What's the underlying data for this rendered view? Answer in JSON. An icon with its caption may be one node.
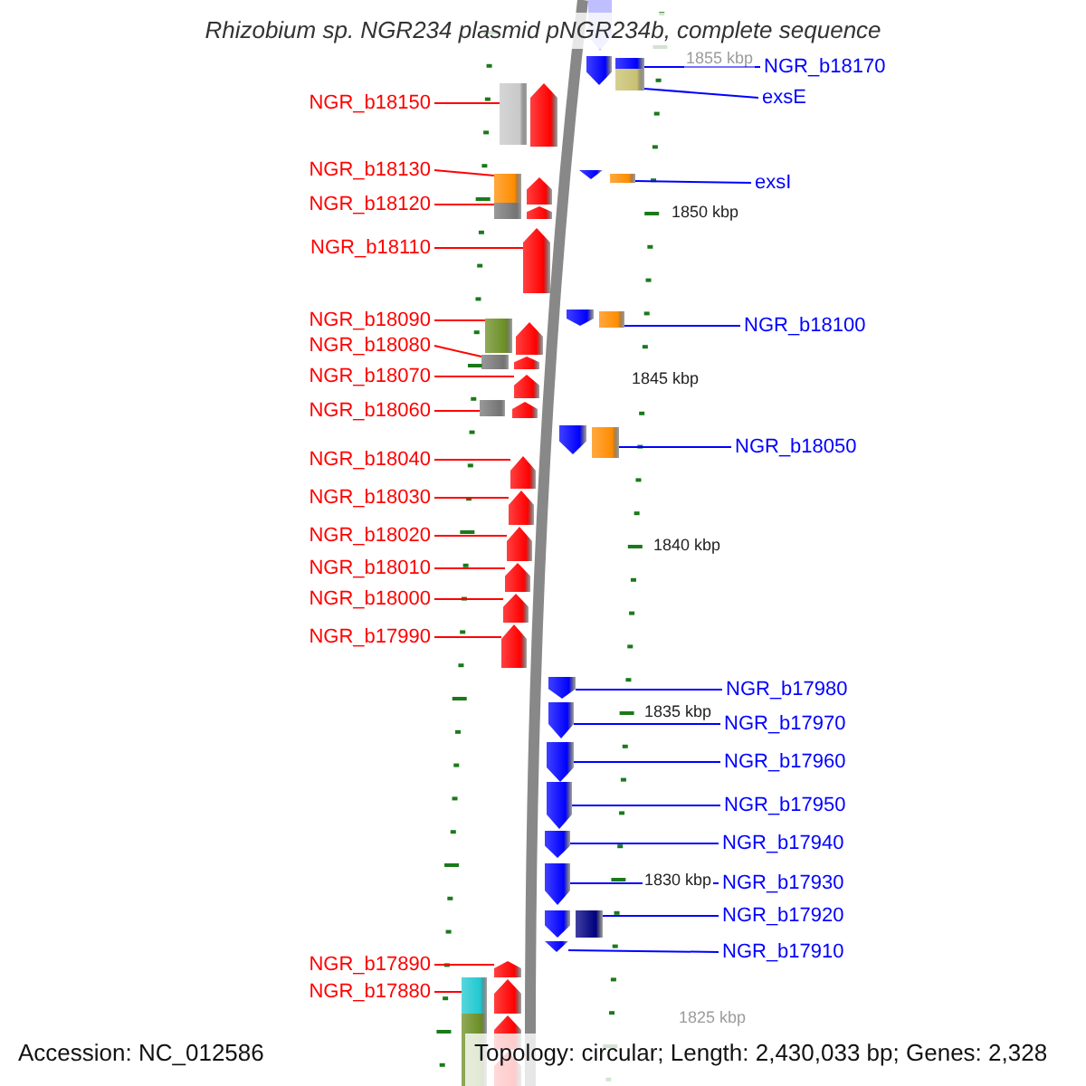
{
  "diagram": {
    "title": "Rhizobium sp. NGR234 plasmid pNGR234b, complete sequence",
    "nodes": [
      {
        "text": [
          "NGR_b18150"
        ]
      },
      {
        "text": [
          "NGR_b18130"
        ]
      },
      {
        "text": [
          "NGR_b18120"
        ]
      },
      {
        "text": [
          "NGR_b18110"
        ]
      },
      {
        "text": [
          "NGR_b18090"
        ]
      },
      {
        "text": [
          "NGR_b18080"
        ]
      },
      {
        "text": [
          "NGR_b18070"
        ]
      },
      {
        "text": [
          "NGR_b18060"
        ]
      },
      {
        "text": [
          "NGR_b18040"
        ]
      },
      {
        "text": [
          "NGR_b18030"
        ]
      },
      {
        "text": [
          "NGR_b18020"
        ]
      },
      {
        "text": [
          "NGR_b18010"
        ]
      },
      {
        "text": [
          "NGR_b18000"
        ]
      },
      {
        "text": [
          "NGR_b17990"
        ]
      },
      {
        "text": [
          "NGR_b17890"
        ]
      },
      {
        "text": [
          "NGR_b17880"
        ]
      },
      {
        "text": [
          "NGR_b18170"
        ]
      },
      {
        "text": [
          "exsE"
        ]
      },
      {
        "text": [
          "exsI"
        ]
      },
      {
        "text": [
          "NGR_b18100"
        ]
      },
      {
        "text": [
          "NGR_b18050"
        ]
      },
      {
        "text": [
          "NGR_b17980"
        ]
      },
      {
        "text": [
          "NGR_b17970"
        ]
      },
      {
        "text": [
          "NGR_b17960"
        ]
      },
      {
        "text": [
          "NGR_b17950"
        ]
      },
      {
        "text": [
          "NGR_b17940"
        ]
      },
      {
        "text": [
          "NGR_b17930"
        ]
      },
      {
        "text": [
          "NGR_b17920"
        ]
      },
      {
        "text": [
          "NGR_b17910"
        ]
      },
      {
        "text": [],
        "shape": "arrow"
      },
      {
        "text": [],
        "shape": "arrow"
      },
      {
        "text": [],
        "shape": "arrow"
      },
      {
        "text": [],
        "shape": "arrow"
      },
      {
        "text": [],
        "shape": "arrow"
      },
      {
        "text": [],
        "shape": "arrow"
      },
      {
        "text": [],
        "shape": "arrow"
      },
      {
        "text": [],
        "shape": "arrow"
      },
      {
        "text": [],
        "shape": "arrow"
      },
      {
        "text": [],
        "shape": "arrow"
      },
      {
        "text": [],
        "shape": "arrow"
      },
      {
        "text": [],
        "shape": "arrow"
      },
      {
        "text": [],
        "shape": "arrow"
      },
      {
        "text": [],
        "shape": "arrow"
      },
      {
        "text": [],
        "shape": "arrow"
      },
      {
        "text": [],
        "shape": "arrow"
      },
      {
        "text": [],
        "shape": "arrow"
      },
      {
        "text": [],
        "shape": "arrow"
      },
      {
        "text": [],
        "shape": "arrow"
      },
      {
        "text": [],
        "shape": "arrow"
      },
      {
        "text": [],
        "shape": "arrow"
      },
      {
        "text": [],
        "shape": "arrow"
      },
      {
        "text": [],
        "shape": "arrow"
      },
      {
        "text": [],
        "shape": "arrow"
      },
      {
        "text": [],
        "shape": "arrow"
      },
      {
        "text": [],
        "shape": "arrow"
      },
      {
        "text": [],
        "shape": "arrow"
      },
      {
        "text": [],
        "shape": "arrow"
      },
      {
        "text": [],
        "shape": "arrow"
      }
    ],
    "edges": [
      {
        "from": 0,
        "to": 29,
        "arrow": "none"
      },
      {
        "from": 1,
        "to": 30,
        "arrow": "none"
      },
      {
        "from": 2,
        "to": 31,
        "arrow": "none"
      },
      {
        "from": 3,
        "to": 32,
        "arrow": "none"
      },
      {
        "from": 4,
        "to": 33,
        "arrow": "none"
      },
      {
        "from": 5,
        "to": 34,
        "arrow": "none"
      },
      {
        "from": 6,
        "to": 35,
        "arrow": "none"
      },
      {
        "from": 7,
        "to": 36,
        "arrow": "none"
      },
      {
        "from": 8,
        "to": 37,
        "arrow": "none"
      },
      {
        "from": 9,
        "to": 38,
        "arrow": "none"
      },
      {
        "from": 10,
        "to": 39,
        "arrow": "none"
      },
      {
        "from": 11,
        "to": 40,
        "arrow": "none"
      },
      {
        "from": 12,
        "to": 41,
        "arrow": "none"
      },
      {
        "from": 13,
        "to": 42,
        "arrow": "none"
      },
      {
        "from": 14,
        "to": 43,
        "arrow": "none"
      },
      {
        "from": 15,
        "to": 44,
        "arrow": "none"
      },
      {
        "from": 16,
        "to": 45,
        "arrow": "none",
        "color": "#0000ff"
      },
      {
        "from": 17,
        "to": 46,
        "arrow": "none",
        "color": "#0000ff"
      },
      {
        "from": 18,
        "to": 47,
        "arrow": "none",
        "color": "#0000ff"
      },
      {
        "from": 19,
        "to": 48,
        "arrow": "none",
        "color": "#0000ff"
      },
      {
        "from": 20,
        "to": 49,
        "arrow": "none",
        "color": "#0000ff"
      },
      {
        "from": 21,
        "to": 50,
        "arrow": "none",
        "color": "#0000ff"
      },
      {
        "from": 22,
        "to": 51,
        "arrow": "none",
        "color": "#0000ff"
      },
      {
        "from": 23,
        "to": 52,
        "arrow": "none",
        "color": "#0000ff"
      },
      {
        "from": 24,
        "to": 53,
        "arrow": "none",
        "color": "#0000ff"
      },
      {
        "from": 25,
        "to": 54,
        "arrow": "none",
        "color": "#0000ff"
      },
      {
        "from": 26,
        "to": 55,
        "arrow": "none",
        "color": "#0000ff"
      },
      {
        "from": 27,
        "to": 56,
        "arrow": "none",
        "color": "#0000ff"
      },
      {
        "from": 28,
        "to": 57,
        "arrow": "none",
        "color": "#0000ff"
      }
    ],
    "labels": [
      "1855 kbp",
      "1850 kbp",
      "1845 kbp",
      "1840 kbp",
      "1835 kbp",
      "1830 kbp",
      "1825 kbp",
      "Accession: NC_012586",
      "Topology: circular; Length: 2,430,033 bp; Genes: 2,328"
    ]
  }
}
